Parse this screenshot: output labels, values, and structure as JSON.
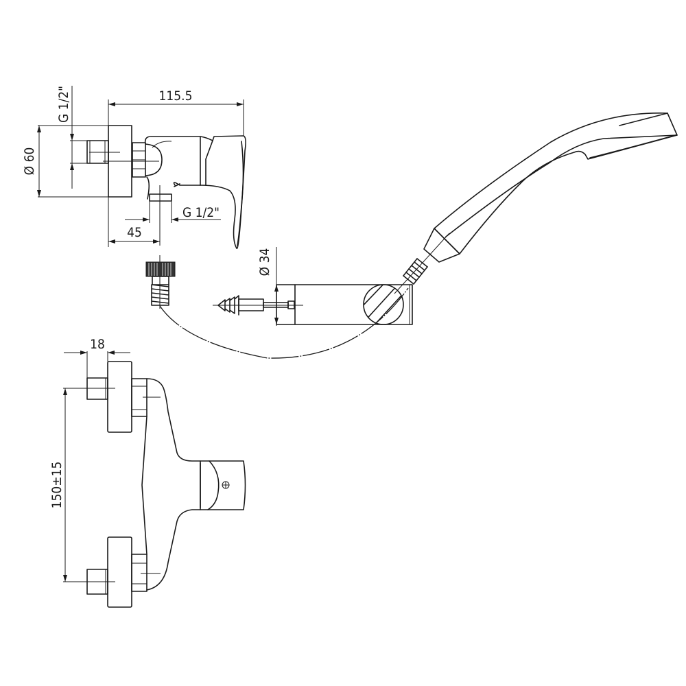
{
  "drawing": {
    "title": "Shower mixer technical drawing",
    "dimensions": {
      "overall_depth": "115.5",
      "inlet_thread": "G 1/2\"",
      "plate_diameter": "Ø 60",
      "outlet_thread": "G 1/2\"",
      "outlet_offset": "45",
      "bracket_diameter": "Ø 34",
      "nipple_length": "18",
      "inlet_spacing": "150±15"
    },
    "colors": {
      "line": "#1a1a1a",
      "background": "#ffffff"
    }
  }
}
